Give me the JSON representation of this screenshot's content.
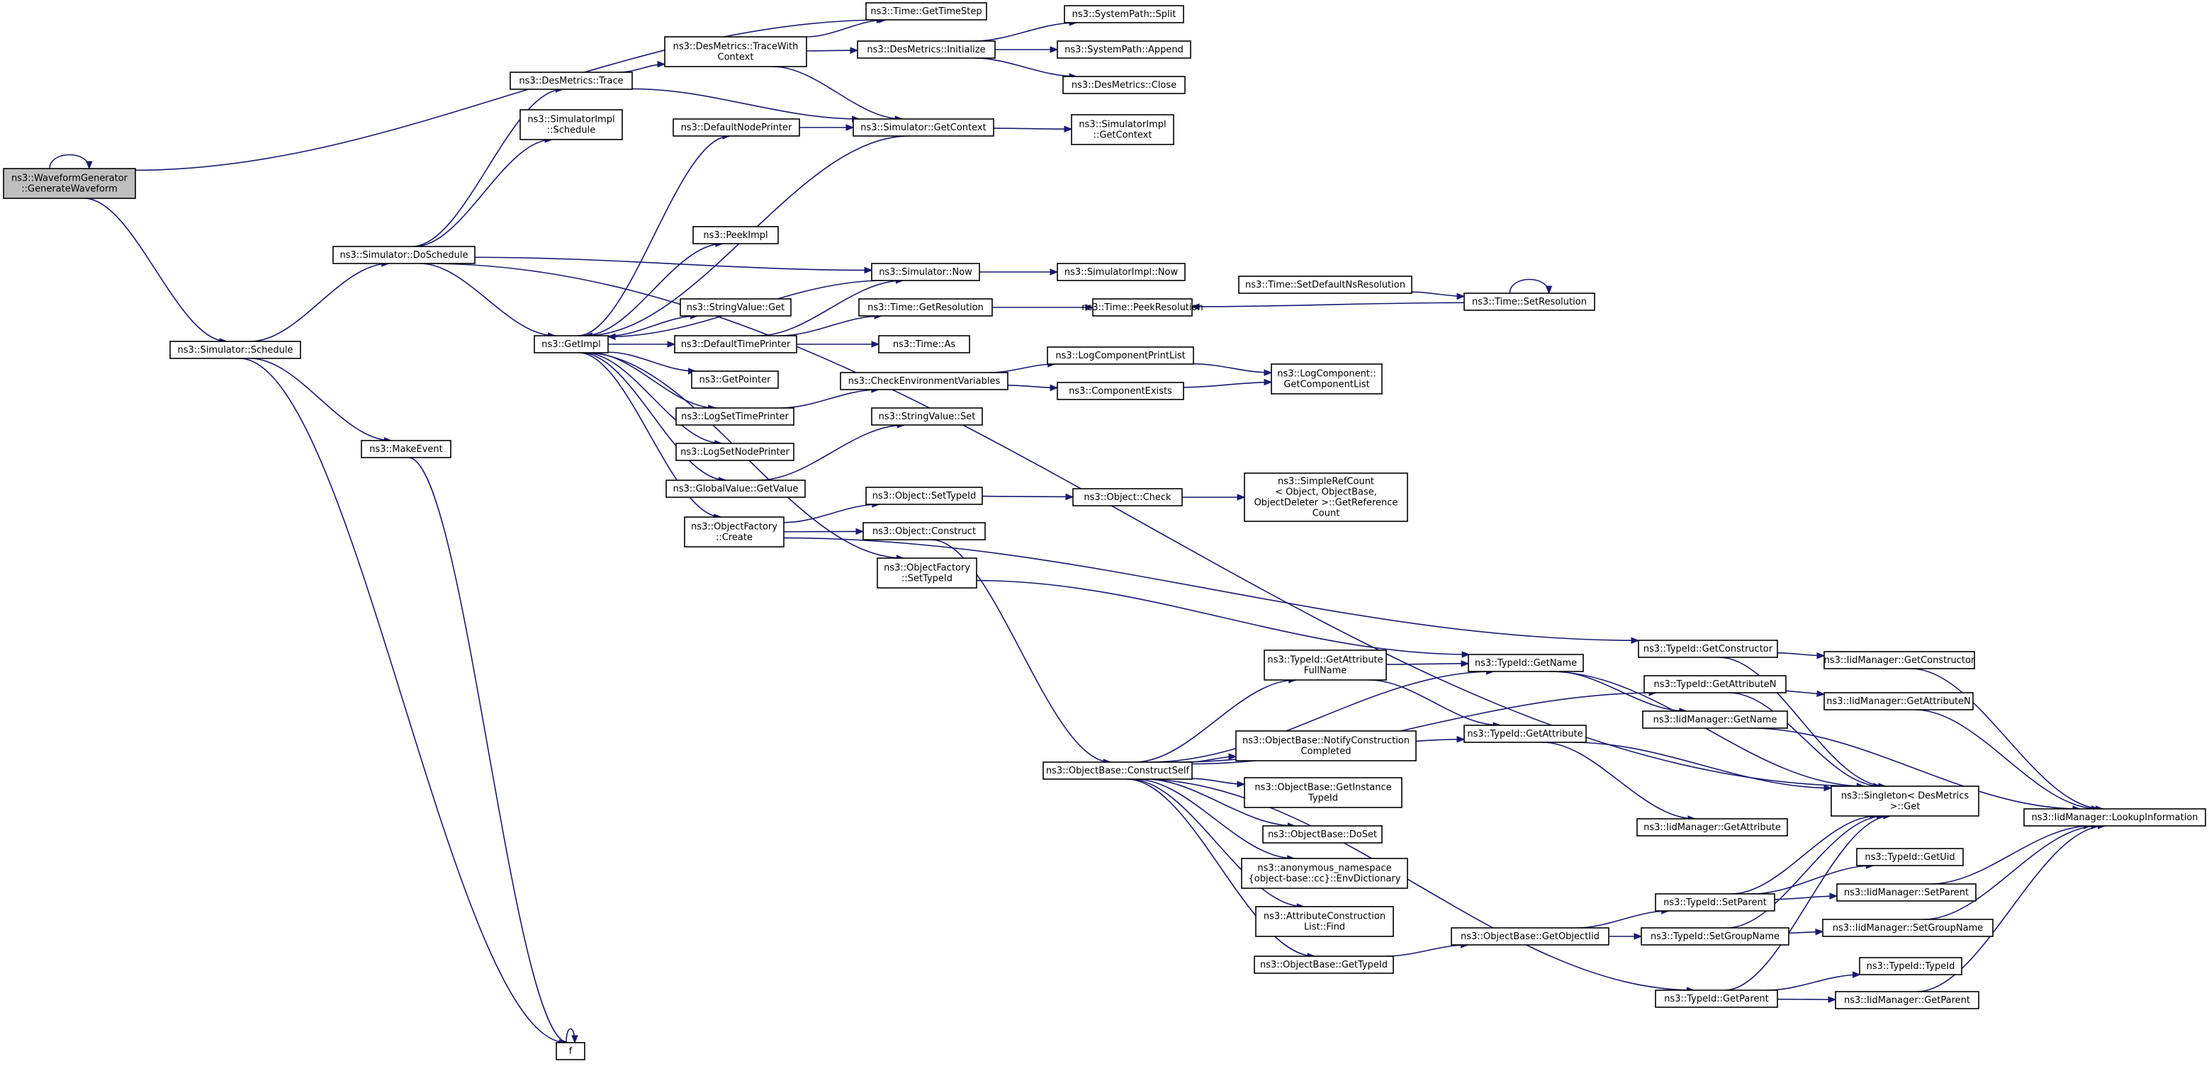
{
  "nodes": [
    {
      "id": "root",
      "lines": [
        "ns3::WaveformGenerator",
        "::GenerateWaveform"
      ],
      "root": true,
      "name": "generate-waveform"
    },
    {
      "id": "sched",
      "lines": [
        "ns3::Simulator::Schedule"
      ]
    },
    {
      "id": "dosched",
      "lines": [
        "ns3::Simulator::DoSchedule"
      ]
    },
    {
      "id": "makeevent",
      "lines": [
        "ns3::MakeEvent"
      ]
    },
    {
      "id": "f",
      "lines": [
        "f"
      ]
    },
    {
      "id": "trace",
      "lines": [
        "ns3::DesMetrics::Trace"
      ]
    },
    {
      "id": "implsched",
      "lines": [
        "ns3::SimulatorImpl",
        "::Schedule"
      ]
    },
    {
      "id": "getimpl",
      "lines": [
        "ns3::GetImpl"
      ]
    },
    {
      "id": "tracectx",
      "lines": [
        "ns3::DesMetrics::TraceWith",
        "Context"
      ]
    },
    {
      "id": "timestep",
      "lines": [
        "ns3::Time::GetTimeStep"
      ]
    },
    {
      "id": "dminit",
      "lines": [
        "ns3::DesMetrics::Initialize"
      ]
    },
    {
      "id": "split",
      "lines": [
        "ns3::SystemPath::Split"
      ]
    },
    {
      "id": "append",
      "lines": [
        "ns3::SystemPath::Append"
      ]
    },
    {
      "id": "dmclose",
      "lines": [
        "ns3::DesMetrics::Close"
      ]
    },
    {
      "id": "getctx",
      "lines": [
        "ns3::Simulator::GetContext"
      ]
    },
    {
      "id": "implgetctx",
      "lines": [
        "ns3::SimulatorImpl",
        "::GetContext"
      ]
    },
    {
      "id": "defnode",
      "lines": [
        "ns3::DefaultNodePrinter"
      ]
    },
    {
      "id": "peekimpl",
      "lines": [
        "ns3::PeekImpl"
      ]
    },
    {
      "id": "simnow",
      "lines": [
        "ns3::Simulator::Now"
      ]
    },
    {
      "id": "implnow",
      "lines": [
        "ns3::SimulatorImpl::Now"
      ]
    },
    {
      "id": "svget",
      "lines": [
        "ns3::StringValue::Get"
      ]
    },
    {
      "id": "getres",
      "lines": [
        "ns3::Time::GetResolution"
      ]
    },
    {
      "id": "peekres",
      "lines": [
        "ns3::Time::PeekResolution"
      ]
    },
    {
      "id": "setdefres",
      "lines": [
        "ns3::Time::SetDefaultNsResolution"
      ]
    },
    {
      "id": "setres",
      "lines": [
        "ns3::Time::SetResolution"
      ]
    },
    {
      "id": "deftime",
      "lines": [
        "ns3::DefaultTimePrinter"
      ]
    },
    {
      "id": "timeas",
      "lines": [
        "ns3::Time::As"
      ]
    },
    {
      "id": "getptr",
      "lines": [
        "ns3::GetPointer"
      ]
    },
    {
      "id": "checkenv",
      "lines": [
        "ns3::CheckEnvironmentVariables"
      ]
    },
    {
      "id": "logprint",
      "lines": [
        "ns3::LogComponentPrintList"
      ]
    },
    {
      "id": "compexists",
      "lines": [
        "ns3::ComponentExists"
      ]
    },
    {
      "id": "getcomplist",
      "lines": [
        "ns3::LogComponent::",
        "GetComponentList"
      ]
    },
    {
      "id": "logsettime",
      "lines": [
        "ns3::LogSetTimePrinter"
      ]
    },
    {
      "id": "svset",
      "lines": [
        "ns3::StringValue::Set"
      ]
    },
    {
      "id": "logsetnode",
      "lines": [
        "ns3::LogSetNodePrinter"
      ]
    },
    {
      "id": "gvget",
      "lines": [
        "ns3::GlobalValue::GetValue"
      ]
    },
    {
      "id": "objsettid",
      "lines": [
        "ns3::Object::SetTypeId"
      ]
    },
    {
      "id": "objcheck",
      "lines": [
        "ns3::Object::Check"
      ]
    },
    {
      "id": "simpleref",
      "lines": [
        "ns3::SimpleRefCount",
        "< Object, ObjectBase,",
        "ObjectDeleter >::GetReference",
        "Count"
      ]
    },
    {
      "id": "ofcreate",
      "lines": [
        "ns3::ObjectFactory",
        "::Create"
      ]
    },
    {
      "id": "objconstruct",
      "lines": [
        "ns3::Object::Construct"
      ]
    },
    {
      "id": "ofsettid",
      "lines": [
        "ns3::ObjectFactory",
        "::SetTypeId"
      ]
    },
    {
      "id": "tidgetattrfull",
      "lines": [
        "ns3::TypeId::GetAttribute",
        "FullName"
      ]
    },
    {
      "id": "tidgetname",
      "lines": [
        "ns3::TypeId::GetName"
      ]
    },
    {
      "id": "tidgetctor",
      "lines": [
        "ns3::TypeId::GetConstructor"
      ]
    },
    {
      "id": "iidgetctor",
      "lines": [
        "ns3::IidManager::GetConstructor"
      ]
    },
    {
      "id": "tidgetattrn",
      "lines": [
        "ns3::TypeId::GetAttributeN"
      ]
    },
    {
      "id": "iidgetattrn",
      "lines": [
        "ns3::IidManager::GetAttributeN"
      ]
    },
    {
      "id": "iidgetname",
      "lines": [
        "ns3::IidManager::GetName"
      ]
    },
    {
      "id": "tidgetattr",
      "lines": [
        "ns3::TypeId::GetAttribute"
      ]
    },
    {
      "id": "singleton",
      "lines": [
        "ns3::Singleton< DesMetrics",
        ">::Get"
      ]
    },
    {
      "id": "iidlookup",
      "lines": [
        "ns3::IidManager::LookupInformation"
      ]
    },
    {
      "id": "iidgetattr",
      "lines": [
        "ns3::IidManager::GetAttribute"
      ]
    },
    {
      "id": "obconstructself",
      "lines": [
        "ns3::ObjectBase::ConstructSelf"
      ]
    },
    {
      "id": "obnotify",
      "lines": [
        "ns3::ObjectBase::NotifyConstruction",
        "Completed"
      ]
    },
    {
      "id": "obgetinst",
      "lines": [
        "ns3::ObjectBase::GetInstance",
        "TypeId"
      ]
    },
    {
      "id": "obdoset",
      "lines": [
        "ns3::ObjectBase::DoSet"
      ]
    },
    {
      "id": "envdict",
      "lines": [
        "ns3::anonymous_namespace",
        "{object-base::cc}::EnvDictionary"
      ]
    },
    {
      "id": "attrfind",
      "lines": [
        "ns3::AttributeConstruction",
        "List::Find"
      ]
    },
    {
      "id": "obgettid",
      "lines": [
        "ns3::ObjectBase::GetTypeId"
      ]
    },
    {
      "id": "obgetoiid",
      "lines": [
        "ns3::ObjectBase::GetObjectIid"
      ]
    },
    {
      "id": "tidgetuid",
      "lines": [
        "ns3::TypeId::GetUid"
      ]
    },
    {
      "id": "tidsetparent",
      "lines": [
        "ns3::TypeId::SetParent"
      ]
    },
    {
      "id": "iidsetparent",
      "lines": [
        "ns3::IidManager::SetParent"
      ]
    },
    {
      "id": "tidsetgroup",
      "lines": [
        "ns3::TypeId::SetGroupName"
      ]
    },
    {
      "id": "iidsetgroup",
      "lines": [
        "ns3::IidManager::SetGroupName"
      ]
    },
    {
      "id": "tidtypeid",
      "lines": [
        "ns3::TypeId::TypeId"
      ]
    },
    {
      "id": "tidgetparent",
      "lines": [
        "ns3::TypeId::GetParent"
      ]
    },
    {
      "id": "iidgetparent",
      "lines": [
        "ns3::IidManager::GetParent"
      ]
    }
  ],
  "edges": [
    [
      "root",
      "root"
    ],
    [
      "root",
      "timestep"
    ],
    [
      "root",
      "sched"
    ],
    [
      "sched",
      "dosched"
    ],
    [
      "sched",
      "makeevent"
    ],
    [
      "sched",
      "f"
    ],
    [
      "makeevent",
      "f"
    ],
    [
      "f",
      "f"
    ],
    [
      "dosched",
      "trace"
    ],
    [
      "dosched",
      "implsched"
    ],
    [
      "dosched",
      "simnow"
    ],
    [
      "dosched",
      "getimpl"
    ],
    [
      "dosched",
      "singleton"
    ],
    [
      "trace",
      "tracectx"
    ],
    [
      "trace",
      "getctx"
    ],
    [
      "tracectx",
      "timestep"
    ],
    [
      "tracectx",
      "dminit"
    ],
    [
      "tracectx",
      "getctx"
    ],
    [
      "dminit",
      "split"
    ],
    [
      "dminit",
      "append"
    ],
    [
      "dminit",
      "dmclose"
    ],
    [
      "getctx",
      "getimpl"
    ],
    [
      "getctx",
      "implgetctx"
    ],
    [
      "defnode",
      "getctx"
    ],
    [
      "simnow",
      "getimpl"
    ],
    [
      "simnow",
      "implnow"
    ],
    [
      "getimpl",
      "defnode"
    ],
    [
      "getimpl",
      "peekimpl"
    ],
    [
      "getimpl",
      "svget"
    ],
    [
      "getimpl",
      "deftime"
    ],
    [
      "getimpl",
      "getptr"
    ],
    [
      "getimpl",
      "logsettime"
    ],
    [
      "getimpl",
      "logsetnode"
    ],
    [
      "getimpl",
      "gvget"
    ],
    [
      "getimpl",
      "ofcreate"
    ],
    [
      "getimpl",
      "ofsettid"
    ],
    [
      "deftime",
      "simnow"
    ],
    [
      "deftime",
      "getres"
    ],
    [
      "deftime",
      "timeas"
    ],
    [
      "getres",
      "peekres"
    ],
    [
      "setdefres",
      "setres"
    ],
    [
      "setres",
      "peekres"
    ],
    [
      "setres",
      "setres"
    ],
    [
      "logsettime",
      "checkenv"
    ],
    [
      "checkenv",
      "logprint"
    ],
    [
      "checkenv",
      "compexists"
    ],
    [
      "logprint",
      "getcomplist"
    ],
    [
      "compexists",
      "getcomplist"
    ],
    [
      "gvget",
      "svset"
    ],
    [
      "ofcreate",
      "objsettid"
    ],
    [
      "ofcreate",
      "objconstruct"
    ],
    [
      "ofcreate",
      "tidgetctor"
    ],
    [
      "objsettid",
      "objcheck"
    ],
    [
      "objcheck",
      "simpleref"
    ],
    [
      "objconstruct",
      "obconstructself"
    ],
    [
      "ofsettid",
      "tidgetname"
    ],
    [
      "obconstructself",
      "tidgetname"
    ],
    [
      "obconstructself",
      "tidgetattrfull"
    ],
    [
      "obconstructself",
      "tidgetattrn"
    ],
    [
      "obconstructself",
      "tidgetattr"
    ],
    [
      "obconstructself",
      "obnotify"
    ],
    [
      "obconstructself",
      "obgetinst"
    ],
    [
      "obconstructself",
      "obdoset"
    ],
    [
      "obconstructself",
      "envdict"
    ],
    [
      "obconstructself",
      "attrfind"
    ],
    [
      "obconstructself",
      "obgettid"
    ],
    [
      "obconstructself",
      "tidgetparent"
    ],
    [
      "tidgetattrfull",
      "tidgetname"
    ],
    [
      "tidgetattrfull",
      "tidgetattr"
    ],
    [
      "tidgetname",
      "iidgetname"
    ],
    [
      "tidgetname",
      "singleton"
    ],
    [
      "tidgetctor",
      "iidgetctor"
    ],
    [
      "tidgetctor",
      "singleton"
    ],
    [
      "tidgetattrn",
      "iidgetattrn"
    ],
    [
      "tidgetattrn",
      "singleton"
    ],
    [
      "tidgetattr",
      "iidgetattr"
    ],
    [
      "tidgetattr",
      "singleton"
    ],
    [
      "iidgetctor",
      "iidlookup"
    ],
    [
      "iidgetattrn",
      "iidlookup"
    ],
    [
      "iidgetname",
      "iidlookup"
    ],
    [
      "obgettid",
      "obgetoiid"
    ],
    [
      "obgetoiid",
      "tidsetparent"
    ],
    [
      "obgetoiid",
      "tidsetgroup"
    ],
    [
      "tidsetparent",
      "tidgetuid"
    ],
    [
      "tidsetparent",
      "iidsetparent"
    ],
    [
      "tidsetparent",
      "singleton"
    ],
    [
      "tidsetgroup",
      "iidsetgroup"
    ],
    [
      "tidsetgroup",
      "singleton"
    ],
    [
      "iidsetparent",
      "iidlookup"
    ],
    [
      "iidsetgroup",
      "iidlookup"
    ],
    [
      "tidgetparent",
      "tidtypeid"
    ],
    [
      "tidgetparent",
      "iidgetparent"
    ],
    [
      "tidgetparent",
      "singleton"
    ],
    [
      "iidgetparent",
      "iidlookup"
    ]
  ]
}
